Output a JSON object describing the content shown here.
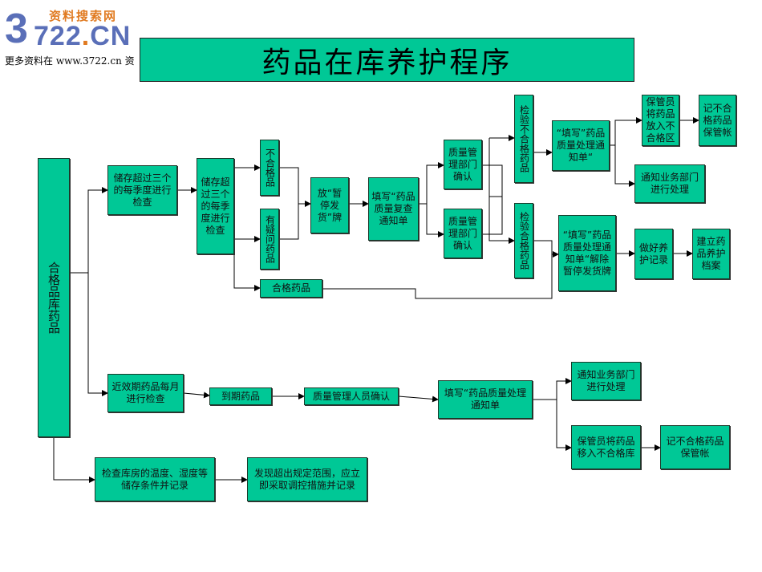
{
  "logo": {
    "digit": "3",
    "number": "722",
    "dot": ".",
    "suffix": "CN",
    "tagline": "资料搜索网"
  },
  "more_text": "更多资料在 www.3722.cn 资",
  "title": "药品在库养护程序",
  "boxes": {
    "main": "合格品库药品",
    "quarterly": "储存超过三个的每季度进行检查",
    "quarterly2": "储存超过三个的每季度进行检查",
    "unqualified": "不合格品",
    "doubtful": "有疑问药品",
    "qualified": "合格药品",
    "hold_sign": "放“暂停发货”牌",
    "recheck_form": "填写“药品质量复查通知单",
    "qa_confirm1": "质量管理部门确认",
    "qa_confirm2": "质量管理部门确认",
    "test_fail": "检验不合格药品",
    "test_pass": "检验合格药品",
    "fail_form": "“填写”药品质量处理通知单“",
    "move_fail_area": "保管员将药品放入不合格区",
    "fail_ledger": "记不合格药品保管帐",
    "notify_biz": "通知业务部门进行处理",
    "release_form": "“填写”药品质量处理通知单“解除暂停发货牌",
    "maint_record": "做好养护记录",
    "maint_archive": "建立药品养护档案",
    "near_expiry": "近效期药品每月进行检查",
    "expired": "到期药品",
    "qa_staff": "质量管理人员确认",
    "quality_form": "填写“药品质量处理通知单",
    "notify_biz2": "通知业务部门进行处理",
    "move_fail_store": "保管员将药品移入不合格库",
    "fail_ledger2": "记不合格药品保管帐",
    "env_check": "检查库房的温度、湿度等储存条件并记录",
    "env_action": "发现超出规定范围，应立即采取调控措施并记录"
  },
  "colors": {
    "box": "#00c896",
    "logo_blue": "#5a6fb8",
    "logo_orange": "#e07a20"
  }
}
